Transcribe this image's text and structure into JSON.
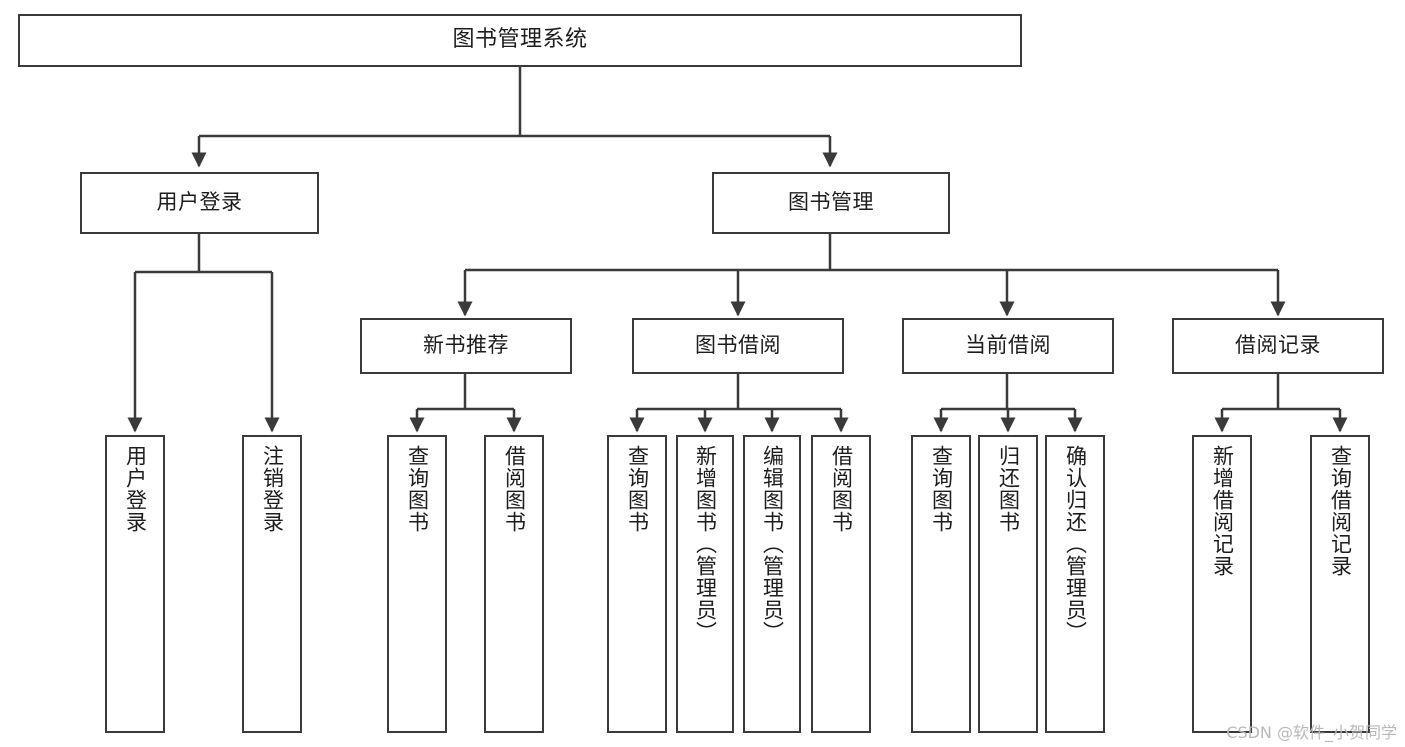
{
  "diagram": {
    "title": "图书管理系统",
    "watermark": "CSDN @软件_小贺同学",
    "colors": {
      "stroke": "#3a3a3a",
      "background": "#ffffff",
      "text": "#1d1d1d",
      "watermark": "#b9b9b9"
    },
    "nodes": {
      "root": "图书管理系统",
      "user_login": "用户登录",
      "book_manage": "图书管理",
      "new_book_rec": "新书推荐",
      "book_borrow": "图书借阅",
      "current_borrow": "当前借阅",
      "borrow_record": "借阅记录",
      "leaf_user_login": "用户登录",
      "leaf_logout": "注销登录",
      "leaf_query_book_1": "查询图书",
      "leaf_borrow_book_1": "借阅图书",
      "leaf_query_book_2": "查询图书",
      "leaf_add_book": "新增图书（管理员）",
      "leaf_edit_book": "编辑图书（管理员）",
      "leaf_borrow_book_2": "借阅图书",
      "leaf_query_book_3": "查询图书",
      "leaf_return_book": "归还图书",
      "leaf_confirm_return": "确认归还（管理员）",
      "leaf_add_record": "新增借阅记录",
      "leaf_query_record": "查询借阅记录"
    }
  }
}
